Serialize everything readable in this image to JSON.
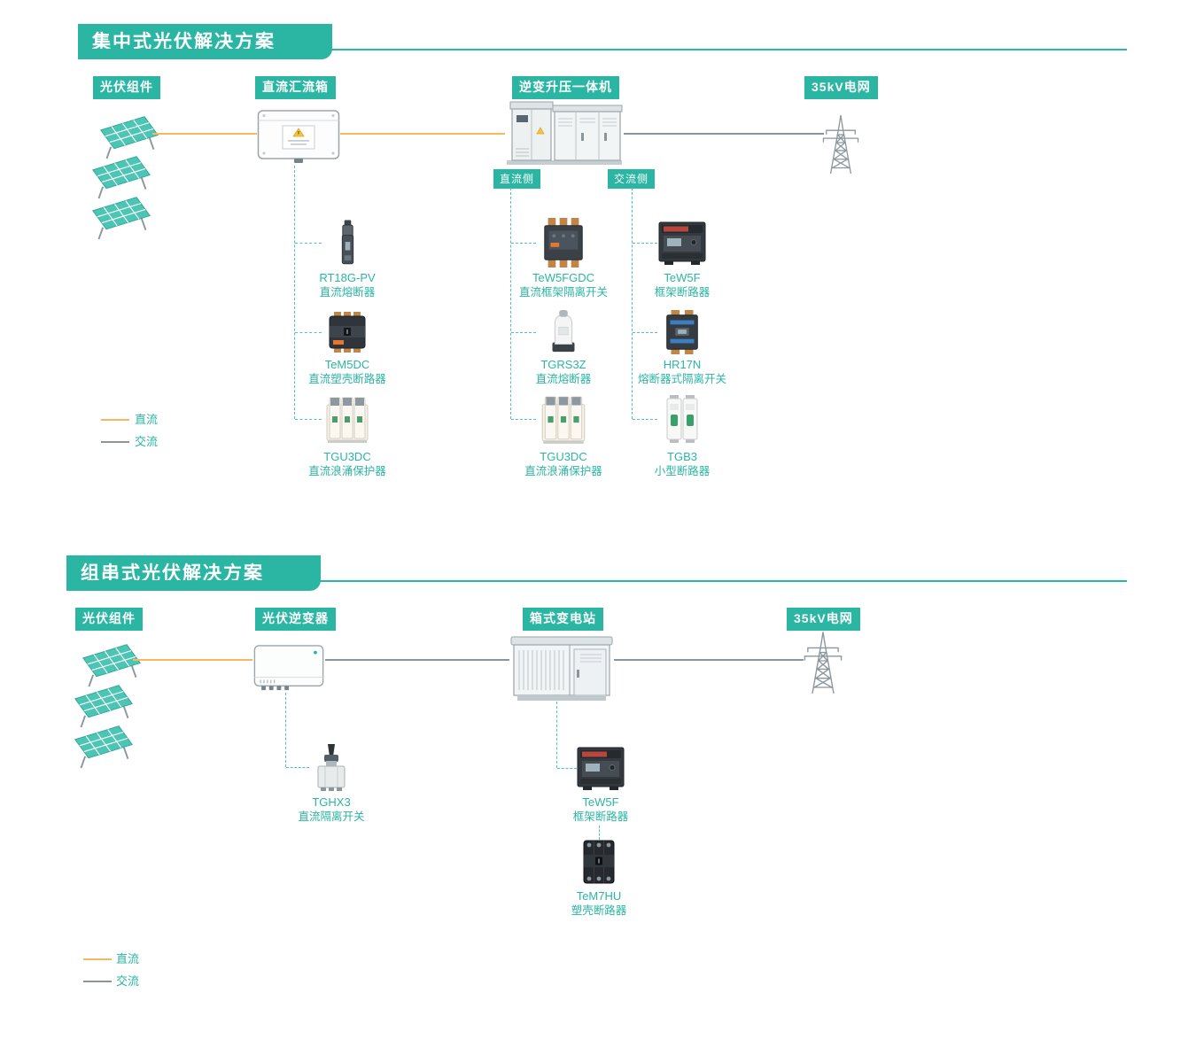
{
  "colors": {
    "accent": "#2BB5A3",
    "dc_line": "#F5B760",
    "ac_line": "#8A969C"
  },
  "legend": {
    "dc": "直流",
    "ac": "交流"
  },
  "illustrations": {
    "pv_module": "solar-panel",
    "combiner": "dc-combiner-box",
    "inverter_station": "inverter-booster-station",
    "grid": "transmission-tower",
    "pv_inverter": "string-inverter",
    "substation": "box-substation"
  },
  "section1": {
    "title": "集中式光伏解决方案",
    "stages": [
      "光伏组件",
      "直流汇流箱",
      "逆变升压一体机",
      "35kV电网"
    ],
    "side_dc": "直流侧",
    "side_ac": "交流侧",
    "columns": [
      {
        "items": [
          {
            "name": "RT18G-PV",
            "desc": "直流熔断器"
          },
          {
            "name": "TeM5DC",
            "desc": "直流塑壳断路器"
          },
          {
            "name": "TGU3DC",
            "desc": "直流浪涌保护器"
          }
        ]
      },
      {
        "items": [
          {
            "name": "TeW5FGDC",
            "desc": "直流框架隔离开关"
          },
          {
            "name": "TGRS3Z",
            "desc": "直流熔断器"
          },
          {
            "name": "TGU3DC",
            "desc": "直流浪涌保护器"
          }
        ]
      },
      {
        "items": [
          {
            "name": "TeW5F",
            "desc": "框架断路器"
          },
          {
            "name": "HR17N",
            "desc": "熔断器式隔离开关"
          },
          {
            "name": "TGB3",
            "desc": "小型断路器"
          }
        ]
      }
    ]
  },
  "section2": {
    "title": "组串式光伏解决方案",
    "stages": [
      "光伏组件",
      "光伏逆变器",
      "箱式变电站",
      "35kV电网"
    ],
    "items": [
      {
        "name": "TGHX3",
        "desc": "直流隔离开关"
      },
      {
        "name": "TeW5F",
        "desc": "框架断路器"
      },
      {
        "name": "TeM7HU",
        "desc": "塑壳断路器"
      }
    ]
  }
}
